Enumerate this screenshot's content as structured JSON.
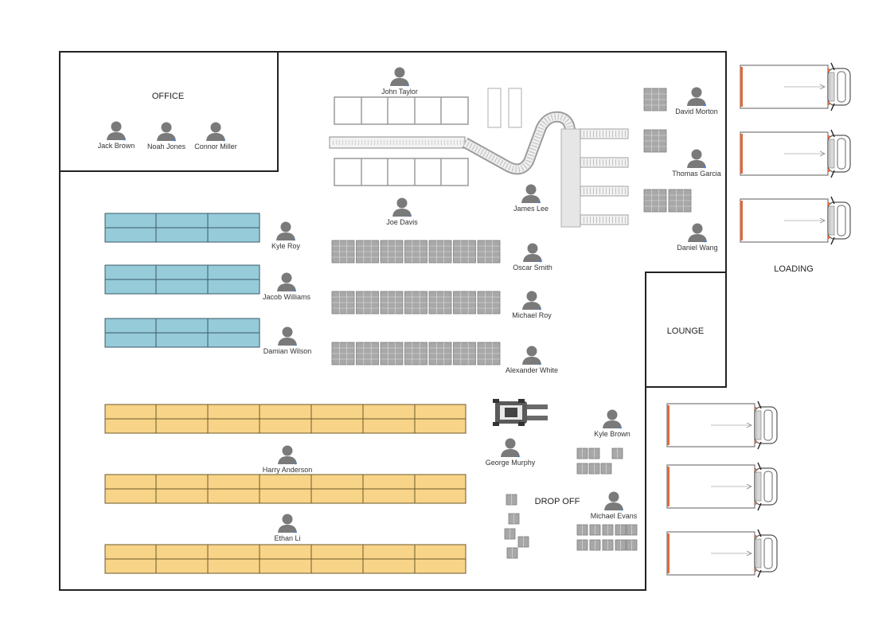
{
  "areas": {
    "office": "OFFICE",
    "loading": "LOADING",
    "lounge": "LOUNGE",
    "drop_off": "DROP OFF"
  },
  "people": [
    {
      "name": "Jack Brown"
    },
    {
      "name": "Noah Jones"
    },
    {
      "name": "Connor Miller"
    },
    {
      "name": "John Taylor"
    },
    {
      "name": "David Morton"
    },
    {
      "name": "Thomas Garcia"
    },
    {
      "name": "James Lee"
    },
    {
      "name": "Daniel Wang"
    },
    {
      "name": "Joe Davis"
    },
    {
      "name": "Kyle Roy"
    },
    {
      "name": "Oscar Smith"
    },
    {
      "name": "Jacob Williams"
    },
    {
      "name": "Michael Roy"
    },
    {
      "name": "Damian Wilson"
    },
    {
      "name": "Alexander White"
    },
    {
      "name": "Kyle Brown"
    },
    {
      "name": "George Murphy"
    },
    {
      "name": "Harry Anderson"
    },
    {
      "name": "Michael Evans"
    },
    {
      "name": "Ethan Li"
    }
  ],
  "colors": {
    "wall": "#222222",
    "blue_rack": "#96cbd9",
    "yellow_rack": "#f8d488",
    "pallet": "#a8a8a8",
    "person": "#7a7a7a",
    "conveyor": "#b5b5b5",
    "truck_accent": "#e06a3c"
  }
}
